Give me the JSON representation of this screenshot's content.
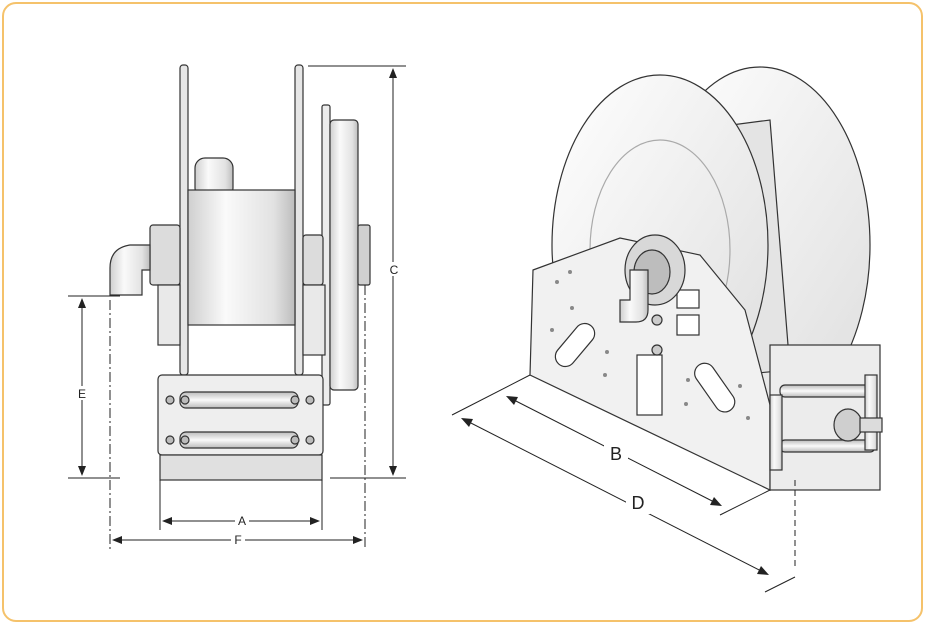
{
  "diagram": {
    "labels": {
      "a": "A",
      "b": "B",
      "c": "C",
      "d": "D",
      "e": "E",
      "f": "F"
    },
    "colors": {
      "border": "#f5c26b",
      "line": "#222222",
      "metal_light": "#f4f4f4",
      "metal_mid": "#d9d9d9",
      "metal_dark": "#9a9a9a"
    }
  }
}
